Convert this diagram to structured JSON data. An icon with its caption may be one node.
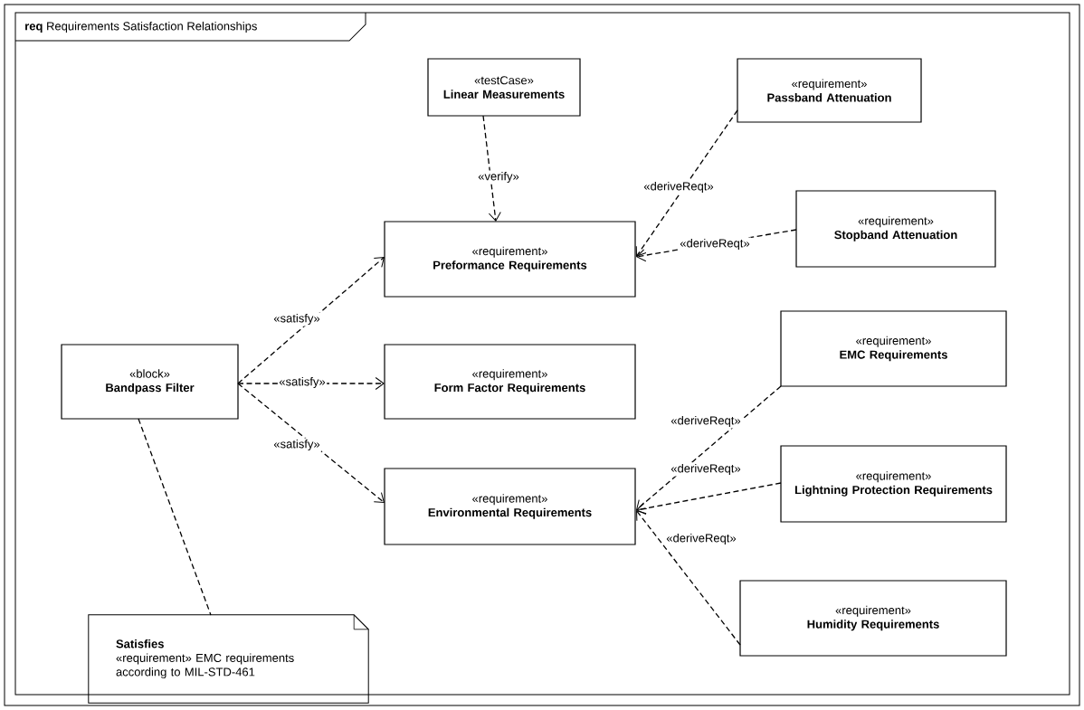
{
  "diagram": {
    "title": "**req** Requirements Satisfaction Relationships",
    "nodes": [
      {
        "text": [
          "«testCase»",
          "Linear Measurements"
        ]
      },
      {
        "text": [
          "«requirement»",
          "Passband Attenuation"
        ]
      },
      {
        "text": [
          "«requirement»",
          "Preformance Requirements"
        ]
      },
      {
        "text": [
          "«requirement»",
          "Stopband Attenuation"
        ]
      },
      {
        "text": [
          "«block»",
          "Bandpass Filter"
        ]
      },
      {
        "text": [
          "«requirement»",
          "Form Factor Requirements"
        ]
      },
      {
        "text": [
          "«requirement»",
          "EMC Requirements"
        ]
      },
      {
        "text": [
          "«requirement»",
          "Environmental Requirements"
        ]
      },
      {
        "text": [
          "«requirement»",
          "Lightning Protection Requirements"
        ]
      },
      {
        "text": [
          "«requirement»",
          "Humidity Requirements"
        ]
      },
      {
        "text": [
          "Satisfies",
          "«requirement» EMC requirements according to MIL-STD-461"
        ]
      }
    ],
    "edges": [
      {
        "from": 0,
        "to": 2,
        "arrow": "to",
        "label": "«verify»",
        "style": "dashed"
      },
      {
        "from": 1,
        "to": 2,
        "arrow": "to",
        "label": "«deriveReqt»",
        "style": "dashed"
      },
      {
        "from": 3,
        "to": 2,
        "arrow": "to",
        "label": "«deriveReqt»",
        "style": "dashed"
      },
      {
        "from": 4,
        "to": 2,
        "arrow": "to",
        "label": "«satisfy»",
        "style": "dashed"
      },
      {
        "from": 4,
        "to": 5,
        "arrow": "to",
        "label": "«satisfy»",
        "style": "dashed"
      },
      {
        "from": 4,
        "to": 7,
        "arrow": "to",
        "label": "«satisfy»",
        "style": "dashed"
      },
      {
        "from": 6,
        "to": 7,
        "arrow": "to",
        "label": "«deriveReqt»",
        "style": "dashed"
      },
      {
        "from": 8,
        "to": 7,
        "arrow": "to",
        "label": "«deriveReqt»",
        "style": "dashed"
      },
      {
        "from": 9,
        "to": 7,
        "arrow": "to",
        "label": "«deriveReqt»",
        "style": "dashed"
      },
      {
        "from": 4,
        "to": 10,
        "arrow": "none",
        "style": "dashed"
      }
    ]
  }
}
